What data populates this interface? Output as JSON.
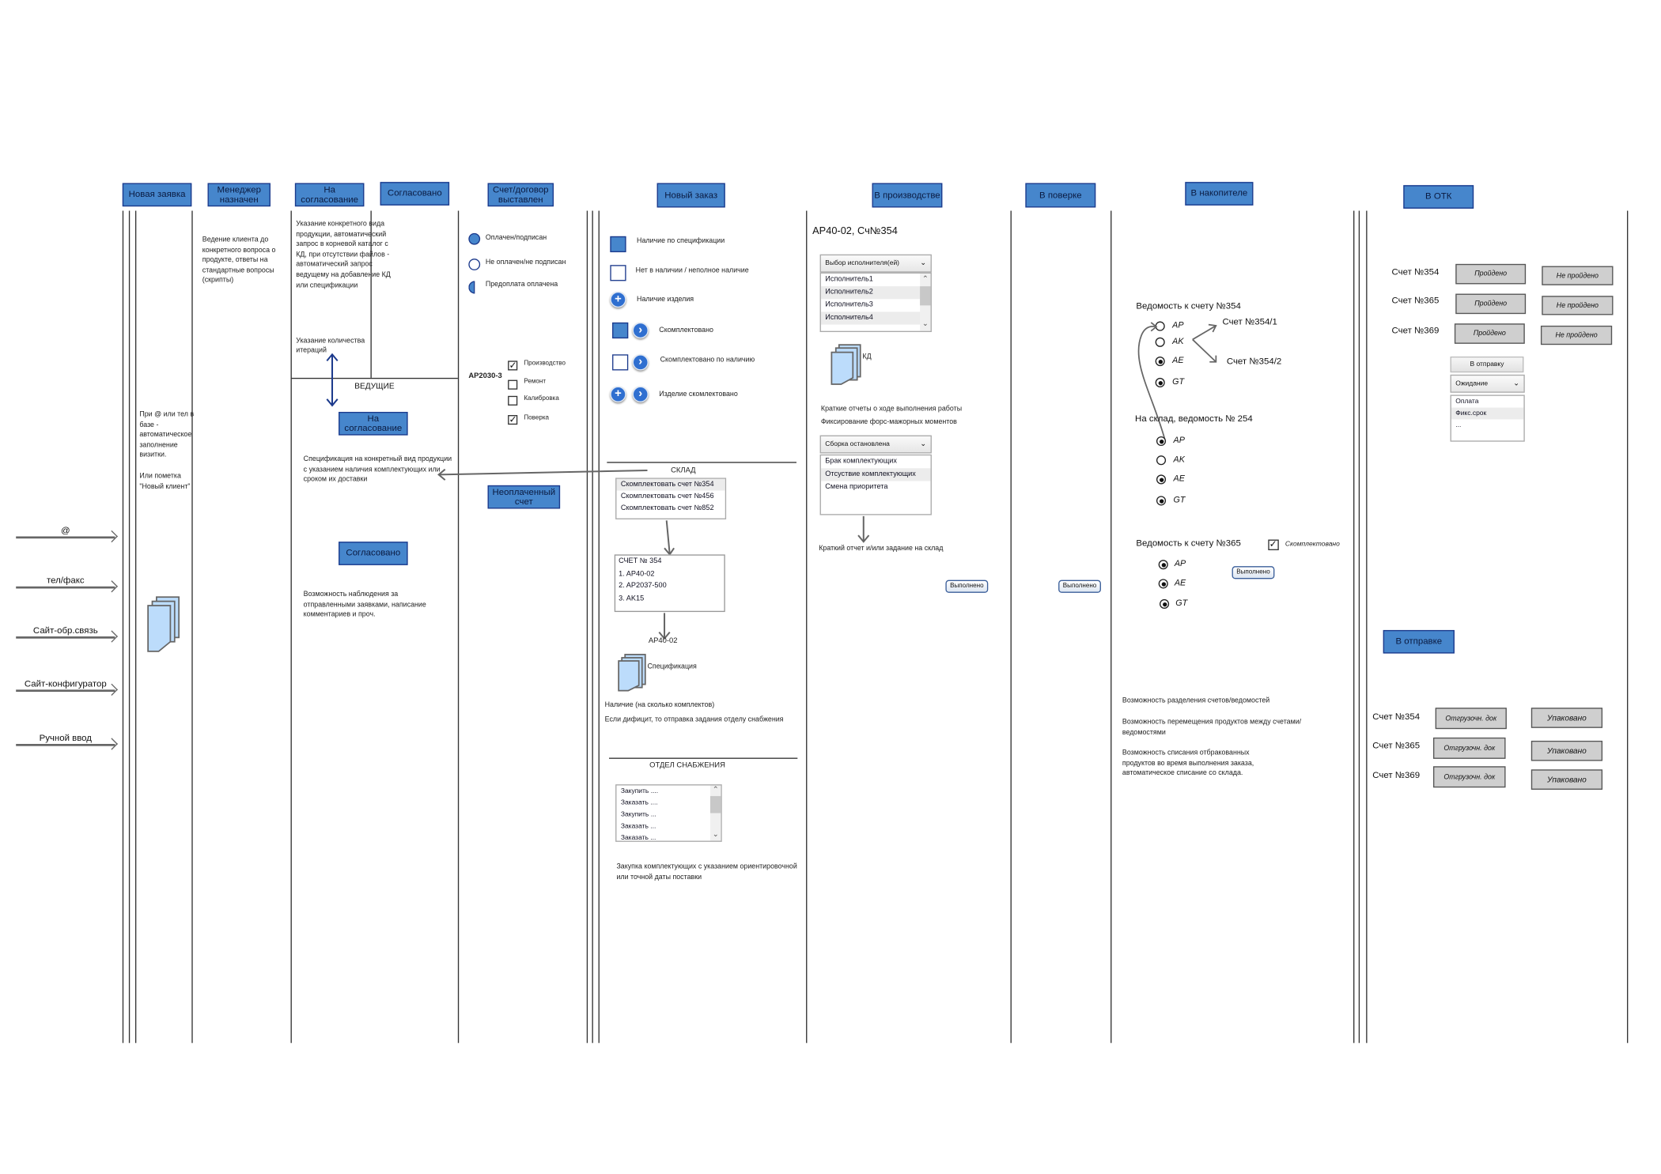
{
  "columns": [
    {
      "title": "Новая заявка"
    },
    {
      "title": "Менеджер назначен"
    },
    {
      "title": "На согласование"
    },
    {
      "title": "Согласовано"
    },
    {
      "title": "Счет/договор выставлен"
    },
    {
      "title": "Новый заказ"
    },
    {
      "title": "В производстве"
    },
    {
      "title": "В поверке"
    },
    {
      "title": "В накопителе"
    },
    {
      "title": "В ОТК"
    }
  ],
  "inputs": [
    "@",
    "тел/факс",
    "Сайт-обр.связь",
    "Сайт-конфигуратор",
    "Ручной ввод"
  ],
  "new_request": {
    "note1": "При @ или тел в базе - автоматическое заполнение визитки.",
    "note2": "Или пометка \"Новый клиент\""
  },
  "manager": {
    "note": "Ведение клиента до конкретного вопроса о продукте, ответы на стандартные вопросы (скрипты)"
  },
  "approval": {
    "note1": "Указание конкретного вида продукции, автоматический запрос в корневой каталог с КД, при отсутствии файлов - автоматический запрос ведущему на добавление КД или спецификации",
    "note2": "Указание количества итераций",
    "leads_label": "ВЕДУЩИЕ",
    "box_on_approval": "На согласование",
    "spec_note": "Спецификация на конкретный вид продукции с указанием наличия комплектующих или сроком их доставки",
    "box_approved": "Согласовано",
    "watch_note": "Возможность наблюдения за отправленными заявками, написание комментариев и проч."
  },
  "invoice": {
    "legend": [
      {
        "icon": "circle-filled",
        "label": "Оплачен/подписан"
      },
      {
        "icon": "circle-empty",
        "label": "Не оплачен/не подписан"
      },
      {
        "icon": "circle-half",
        "label": "Предоплата оплачена"
      }
    ],
    "product": "AP2030-3",
    "options": [
      {
        "label": "Производство",
        "checked": true
      },
      {
        "label": "Ремонт",
        "checked": false
      },
      {
        "label": "Калибровка",
        "checked": false
      },
      {
        "label": "Поверка",
        "checked": true
      }
    ],
    "unpaid_box": "Неоплаченный счет"
  },
  "new_order": {
    "legend": [
      "Наличие по спецификации",
      "Нет в наличии / неполное наличие",
      "Наличие изделия",
      "Скомплектовано",
      "Скомплектовано по наличию",
      "Изделие скомлектовано"
    ],
    "warehouse_title": "СКЛАД",
    "warehouse_list": [
      "Скомплектовать счет №354",
      "Скомплектовать счет №456",
      "Скомплектовать счет №852"
    ],
    "invoice_box": [
      "СЧЕТ № 354",
      "1. AP40-02",
      "2. AP2037-500",
      "3. AK15"
    ],
    "item": "AP40-02",
    "spec_label": "Спецификация",
    "stock_note": "Наличие (на сколько комплектов)",
    "deficit_note": "Если дифицит, то отправка задания отделу снабжения",
    "supply_title": "ОТДЕЛ СНАБЖЕНИЯ",
    "supply_list": [
      "Закупить ....",
      "Заказать ....",
      "Закупить ...",
      "Заказать ...",
      "Заказать ..."
    ],
    "supply_note": "Закупка комплектующих с указанием ориентировочной или точной даты поставки"
  },
  "production": {
    "heading": "AP40-02, Сч№354",
    "executor_dropdown": "Выбор исполнителя(ей)",
    "executors": [
      "Исполнитель1",
      "Исполнитель2",
      "Исполнитель3",
      "Исполнитель4"
    ],
    "kd_label": "КД",
    "reports_note": "Краткие отчеты о ходе выполнения работы",
    "force_note": "Фиксирование форс-мажорных моментов",
    "status_dropdown": "Сборка остановлена",
    "status_options": [
      "Брак комплектующих",
      "Отсуствие комплектующих",
      "Смена приоритета"
    ],
    "report_note": "Краткий отчет и/или задание на склад",
    "done_button": "Выполнено"
  },
  "verification": {
    "done_button": "Выполнено"
  },
  "storage": {
    "sheet354": "Ведомость к счету №354",
    "sheet354_items": [
      {
        "label": "AP",
        "checked": false
      },
      {
        "label": "AK",
        "checked": false
      },
      {
        "label": "AE",
        "checked": true
      },
      {
        "label": "GT",
        "checked": true
      }
    ],
    "split1": "Счет №354/1",
    "split2": "Счет №354/2",
    "warehouse_sheet": "На склад, ведомость № 254",
    "warehouse_items": [
      {
        "label": "AP",
        "checked": true
      },
      {
        "label": "AK",
        "checked": false
      },
      {
        "label": "AE",
        "checked": true
      },
      {
        "label": "GT",
        "checked": true
      }
    ],
    "sheet365": "Ведомость к счету №365",
    "sheet365_complete": "Скомплектовано",
    "sheet365_items": [
      {
        "label": "AP",
        "checked": true
      },
      {
        "label": "AE",
        "checked": true
      },
      {
        "label": "GT",
        "checked": true
      }
    ],
    "done_button": "Выполнено",
    "notes": [
      "Возможность разделения счетов/ведомостей",
      "Возможность перемещения продуктов между счетами/ведомостями",
      "Возможность списания отбракованных продуктов во время выполнения заказа, автоматическое списание со склада."
    ]
  },
  "qc": {
    "rows": [
      {
        "invoice": "Счет №354",
        "pass": "Пройдено",
        "fail": "Не пройдено"
      },
      {
        "invoice": "Счет №365",
        "pass": "Пройдено",
        "fail": "Не пройдено"
      },
      {
        "invoice": "Счет №369",
        "pass": "Пройдено",
        "fail": "Не пройдено"
      }
    ],
    "send_button": "В отправку",
    "wait_dropdown": "Ожидание",
    "wait_options": [
      "Оплата",
      "Фикс.срок",
      "..."
    ],
    "shipping_box": "В отправке",
    "ship_rows": [
      {
        "invoice": "Счет №354",
        "docs": "Отгрузочн. док",
        "packed": "Упаковано"
      },
      {
        "invoice": "Счет №365",
        "docs": "Отгрузочн. док",
        "packed": "Упаковано"
      },
      {
        "invoice": "Счет №369",
        "docs": "Отгрузочн. док",
        "packed": "Упаковано"
      }
    ]
  },
  "colors": {
    "status_box": "#4686cc",
    "status_border": "#1c3a8c",
    "gray_button": "#cfcfcf"
  }
}
